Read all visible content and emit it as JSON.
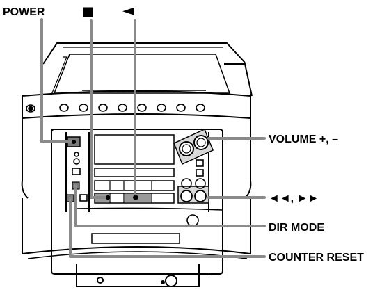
{
  "labels": {
    "power": "POWER",
    "stop": "■",
    "play_reverse": "◄",
    "volume": "VOLUME +, –",
    "rewind_ff": "◄◄, ►►",
    "dir_mode": "DIR MODE",
    "counter_reset": "COUNTER RESET"
  },
  "colors": {
    "outline": "#000000",
    "callout": "#8a8a8a",
    "button_fill": "#7a7a7a",
    "background": "#ffffff"
  }
}
